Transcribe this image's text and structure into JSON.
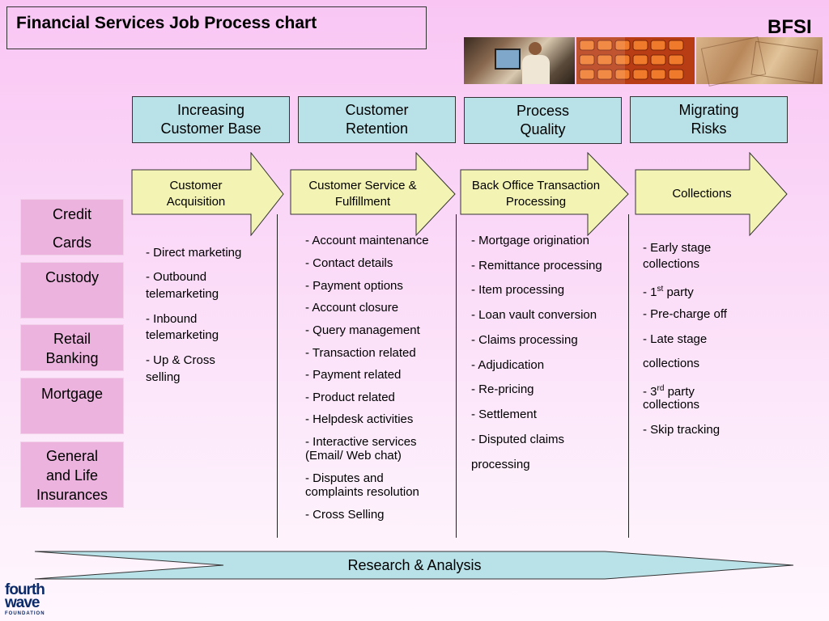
{
  "title": "Financial Services Job Process chart",
  "brand": "BFSI",
  "goals": [
    {
      "label": "Increasing\nCustomer Base"
    },
    {
      "label": "Customer\nRetention"
    },
    {
      "label": "Process\nQuality"
    },
    {
      "label": "Migrating\nRisks"
    }
  ],
  "processes": [
    {
      "label": "Customer\nAcquisition"
    },
    {
      "label": "Customer Service &\nFulfillment"
    },
    {
      "label": "Back Office Transaction\nProcessing"
    },
    {
      "label": "Collections"
    }
  ],
  "sectors": [
    {
      "label": "Credit"
    },
    {
      "label": "Cards"
    },
    {
      "label": "Custody"
    },
    {
      "label": "Retail"
    },
    {
      "label": "Banking"
    },
    {
      "label": "Mortgage"
    },
    {
      "label": "General"
    },
    {
      "label": "and Life"
    },
    {
      "label": "Insurances"
    }
  ],
  "columns": [
    {
      "items": [
        "- Direct marketing",
        "- Outbound",
        "telemarketing",
        "- Inbound",
        "telemarketing",
        "- Up & Cross",
        "selling"
      ]
    },
    {
      "items": [
        "- Account maintenance",
        "- Contact details",
        "- Payment options",
        "- Account closure",
        "- Query management",
        "- Transaction related",
        "- Payment related",
        "- Product related",
        "- Helpdesk activities",
        "- Interactive services",
        "(Email/ Web chat)",
        "- Disputes and",
        "complaints resolution",
        "- Cross Selling"
      ]
    },
    {
      "items": [
        "- Mortgage origination",
        "- Remittance processing",
        "- Item processing",
        "- Loan vault conversion",
        "- Claims processing",
        "- Adjudication",
        "- Re-pricing",
        "- Settlement",
        "- Disputed claims",
        "processing"
      ]
    },
    {
      "items": [
        "- Early stage",
        "collections",
        "- 1",
        "st",
        " party",
        "- Pre-charge off",
        "- Late stage",
        "collections",
        "- 3",
        "rd",
        " party",
        "collections",
        "- Skip tracking"
      ]
    }
  ],
  "footer_band": "Research & Analysis",
  "logo": {
    "line1": "fourth",
    "line2": "wave",
    "line3": "FOUNDATION"
  },
  "colors": {
    "goal_fill": "#b8e2e8",
    "arrow_fill": "#f3f3b3",
    "sector_fill": "#ecb3de",
    "band_fill": "#b8e2e8"
  }
}
